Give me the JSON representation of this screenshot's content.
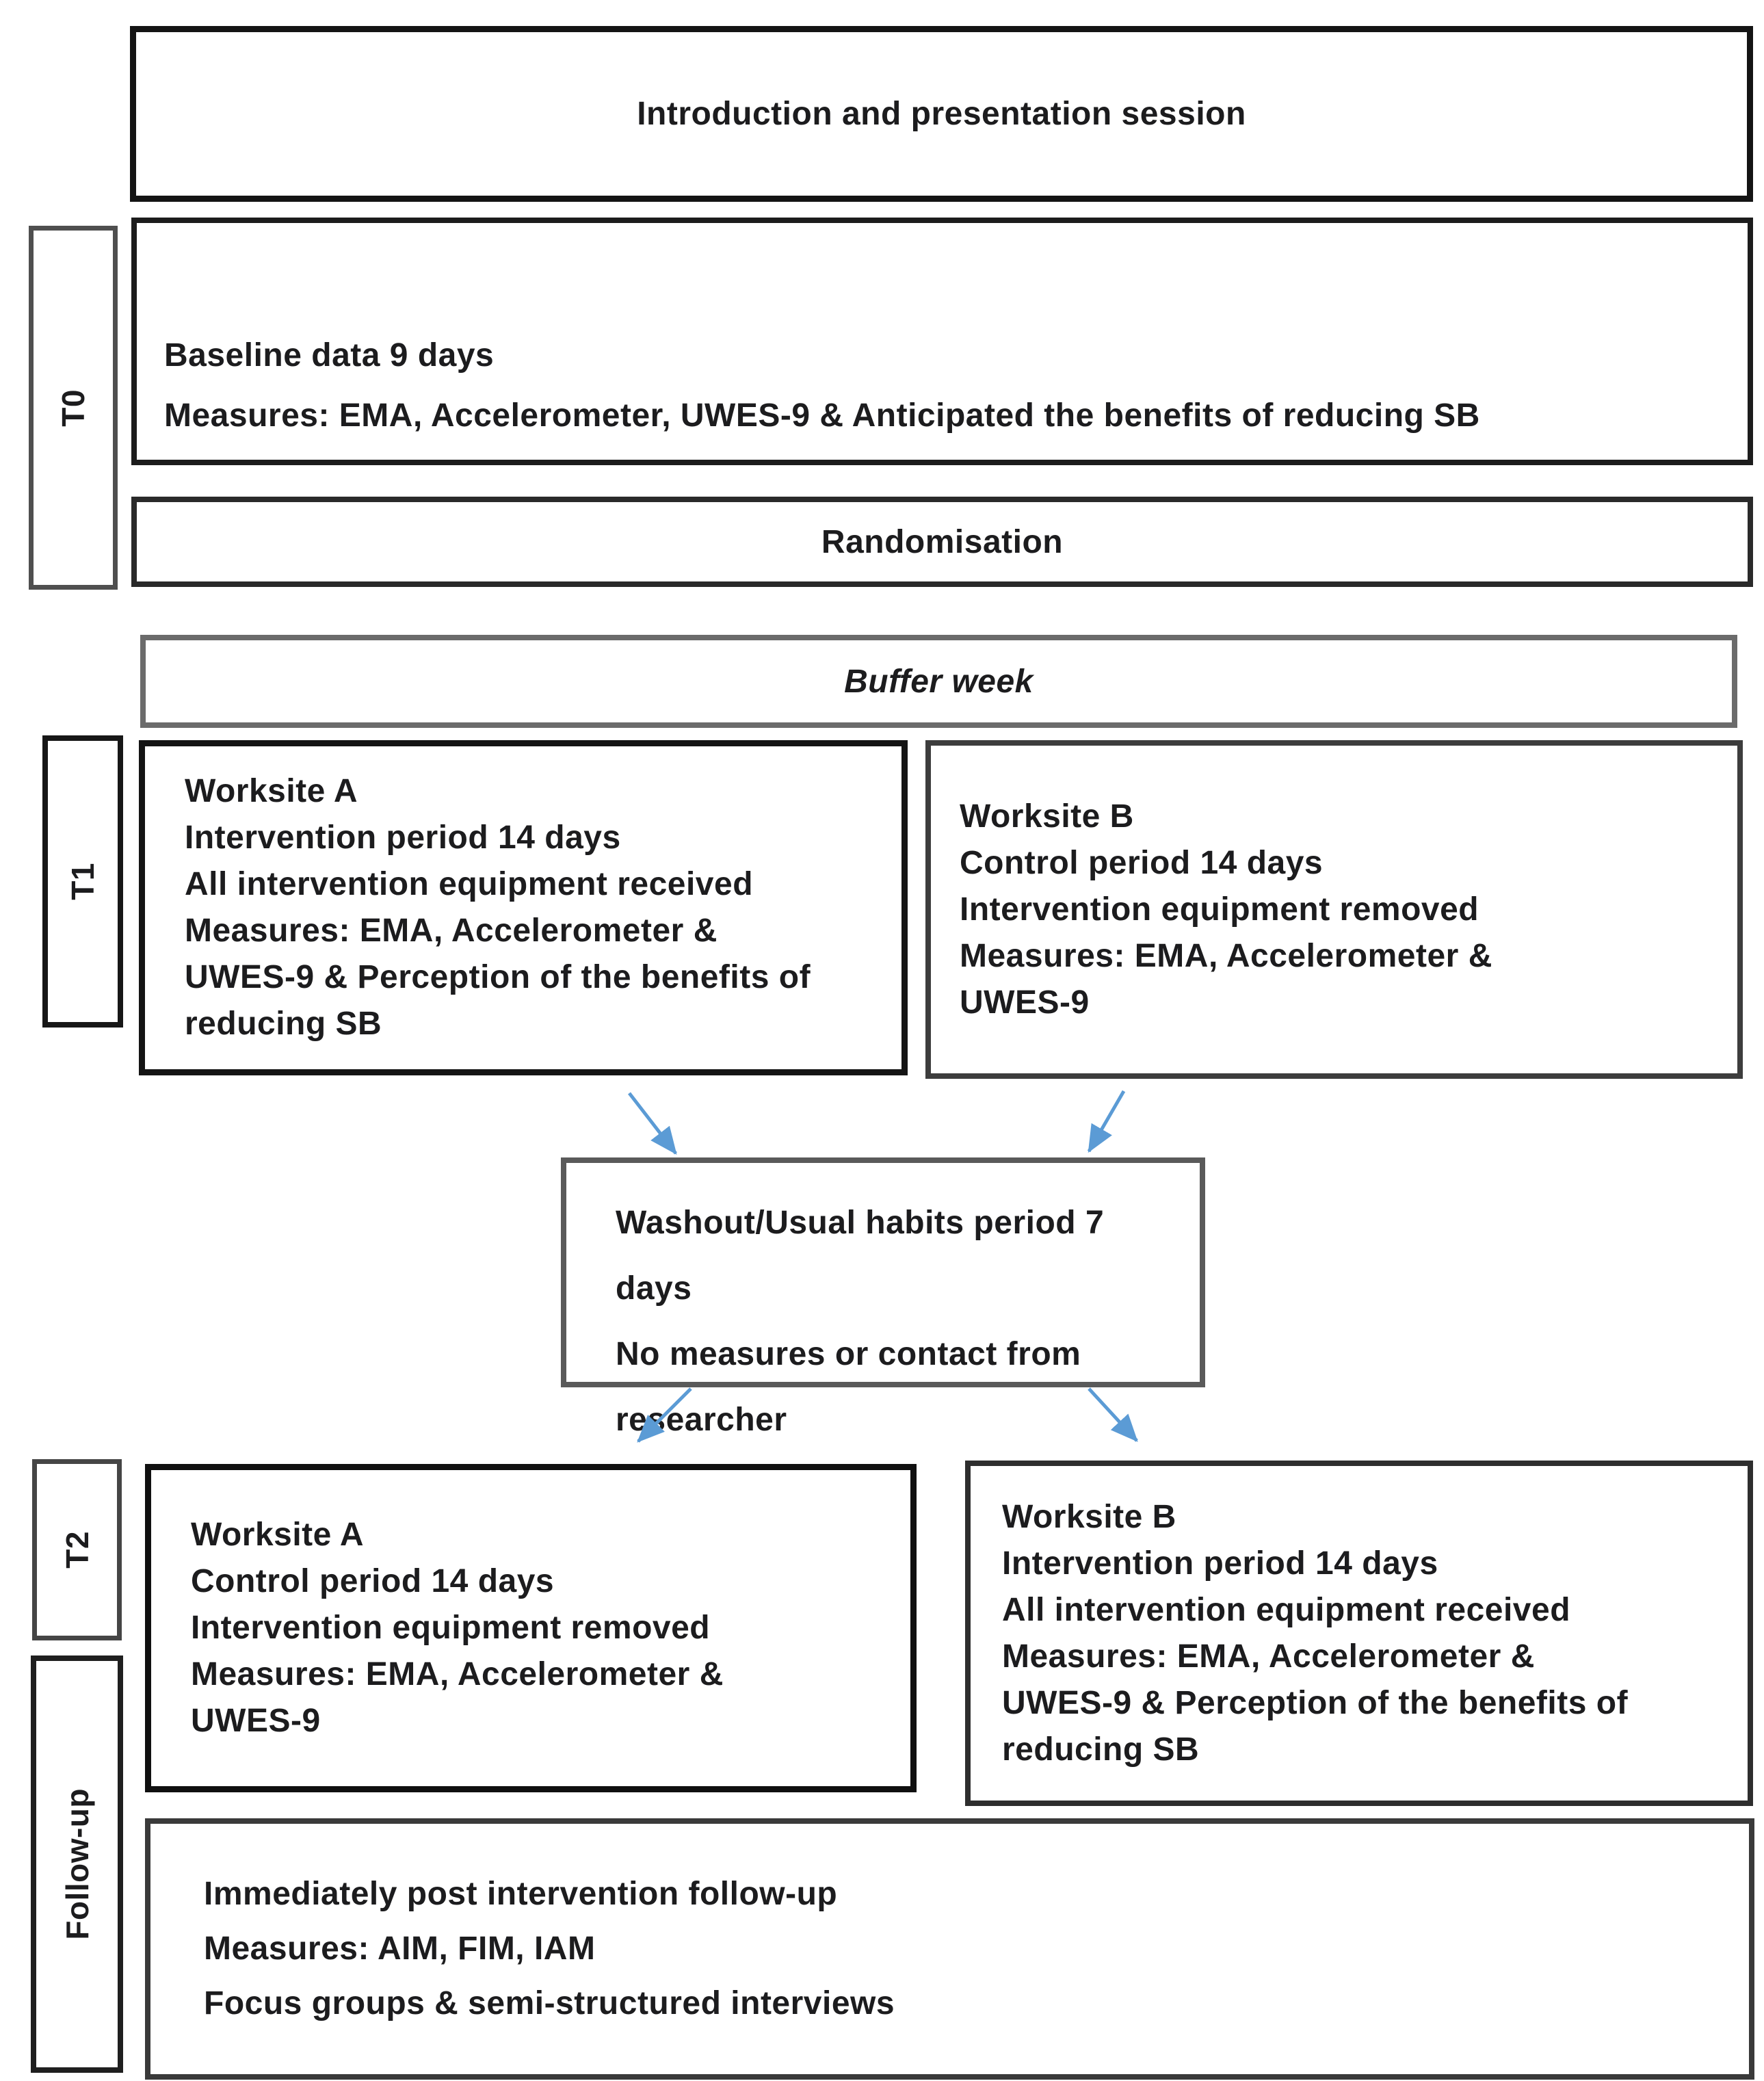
{
  "diagram": {
    "intro": {
      "text": "Introduction and presentation session"
    },
    "t0": {
      "label": "T0",
      "baseline_lines": [
        "Baseline data 9 days",
        "Measures: EMA, Accelerometer, UWES-9 & Anticipated the benefits of reducing SB"
      ],
      "randomisation": "Randomisation"
    },
    "buffer": {
      "text": "Buffer week"
    },
    "t1": {
      "label": "T1",
      "worksite_a": {
        "lines": [
          "Worksite A",
          "Intervention period 14 days",
          "All intervention equipment received",
          "Measures: EMA, Accelerometer &",
          "UWES-9 & Perception of the benefits of",
          "reducing SB"
        ]
      },
      "worksite_b": {
        "lines": [
          "Worksite B",
          "Control period 14 days",
          "Intervention equipment removed",
          "Measures: EMA, Accelerometer &",
          "UWES-9"
        ]
      }
    },
    "washout": {
      "lines": [
        "Washout/Usual habits period 7 days",
        "No measures or contact from",
        "researcher"
      ]
    },
    "t2": {
      "label": "T2",
      "worksite_a": {
        "lines": [
          "Worksite A",
          "Control period 14 days",
          "Intervention equipment removed",
          "Measures: EMA, Accelerometer &",
          "UWES-9"
        ]
      },
      "worksite_b": {
        "lines": [
          "Worksite B",
          "Intervention period 14 days",
          "All intervention equipment received",
          "Measures: EMA, Accelerometer &",
          "UWES-9 & Perception of the benefits of",
          "reducing SB"
        ]
      }
    },
    "followup": {
      "label": "Follow-up",
      "lines": [
        "Immediately post intervention follow-up",
        "Measures: AIM, FIM, IAM",
        "Focus groups & semi-structured interviews"
      ]
    },
    "colors": {
      "arrow": "#5b9bd5",
      "text": "#1c1c1e"
    }
  }
}
